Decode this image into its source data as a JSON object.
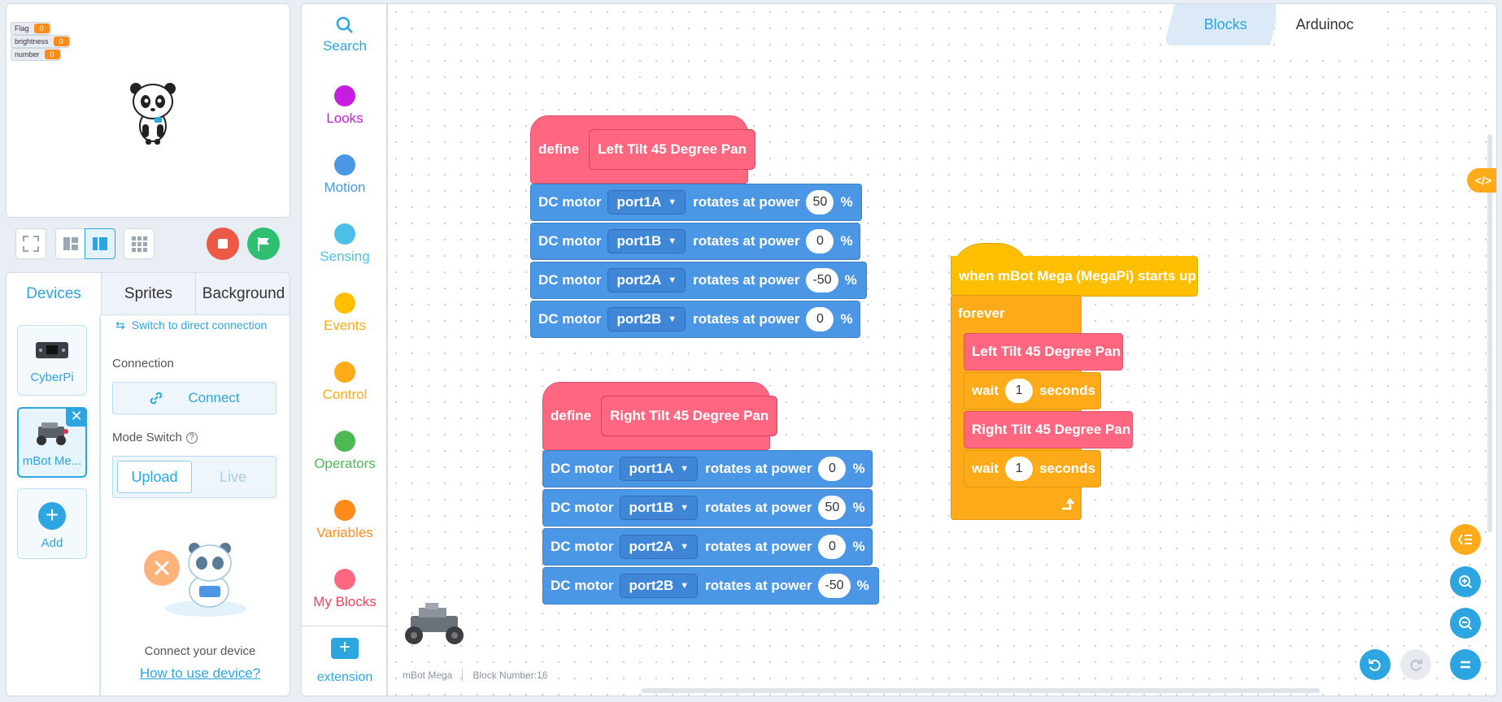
{
  "stage": {
    "variables": [
      {
        "name": "Flag",
        "value": "0"
      },
      {
        "name": "brightness",
        "value": "0"
      },
      {
        "name": "number",
        "value": "0"
      }
    ]
  },
  "tabs": {
    "devices": "Devices",
    "sprites": "Sprites",
    "background": "Background"
  },
  "devices": {
    "items": [
      {
        "name": "CyberPi"
      },
      {
        "name": "mBot Me..."
      },
      {
        "name": "Add"
      }
    ],
    "switch_connection": "Switch to direct connection",
    "connection_label": "Connection",
    "connect_button": "Connect",
    "mode_switch_label": "Mode Switch",
    "upload": "Upload",
    "live": "Live",
    "connect_hint": "Connect your device",
    "how_to": "How to use device?"
  },
  "categories": [
    {
      "label": "Search"
    },
    {
      "label": "Looks",
      "color": "#c61ee0"
    },
    {
      "label": "Motion",
      "color": "#4c97e5"
    },
    {
      "label": "Sensing",
      "color": "#4cbfe6"
    },
    {
      "label": "Events",
      "color": "#ffbf00"
    },
    {
      "label": "Control",
      "color": "#ffab19"
    },
    {
      "label": "Operators",
      "color": "#4cb954"
    },
    {
      "label": "Variables",
      "color": "#ff8c1a"
    },
    {
      "label": "My Blocks",
      "color": "#ff6680"
    },
    {
      "label": "extension"
    }
  ],
  "workspace": {
    "code_tabs": {
      "blocks": "Blocks",
      "arduino": "Arduinoc"
    },
    "def1": {
      "define": "define",
      "name": "Left Tilt 45 Degree Pan",
      "motors": [
        {
          "label": "DC motor",
          "port": "port1A",
          "text": "rotates at power",
          "power": "50",
          "unit": "%"
        },
        {
          "label": "DC motor",
          "port": "port1B",
          "text": "rotates at power",
          "power": "0",
          "unit": "%"
        },
        {
          "label": "DC motor",
          "port": "port2A",
          "text": "rotates at power",
          "power": "-50",
          "unit": "%"
        },
        {
          "label": "DC motor",
          "port": "port2B",
          "text": "rotates at power",
          "power": "0",
          "unit": "%"
        }
      ]
    },
    "def2": {
      "define": "define",
      "name": "Right Tilt 45 Degree Pan",
      "motors": [
        {
          "label": "DC motor",
          "port": "port1A",
          "text": "rotates at power",
          "power": "0",
          "unit": "%"
        },
        {
          "label": "DC motor",
          "port": "port1B",
          "text": "rotates at power",
          "power": "50",
          "unit": "%"
        },
        {
          "label": "DC motor",
          "port": "port2A",
          "text": "rotates at power",
          "power": "0",
          "unit": "%"
        },
        {
          "label": "DC motor",
          "port": "port2B",
          "text": "rotates at power",
          "power": "-50",
          "unit": "%"
        }
      ]
    },
    "main": {
      "hat": "when mBot Mega (MegaPi) starts up",
      "forever": "forever",
      "call1": "Left Tilt 45 Degree Pan",
      "wait1": {
        "label": "wait",
        "value": "1",
        "unit": "seconds"
      },
      "call2": "Right Tilt 45 Degree Pan",
      "wait2": {
        "label": "wait",
        "value": "1",
        "unit": "seconds"
      }
    },
    "status": {
      "device": "mBot Mega",
      "block_number": "Block Number:16"
    }
  },
  "colors": {
    "accent": "#2ca5e0",
    "motion": "#4c97e5",
    "my_blocks": "#ff6680",
    "control": "#ffab19",
    "events": "#ffbf00",
    "stop": "#ea5a47",
    "go": "#2fbf71"
  }
}
